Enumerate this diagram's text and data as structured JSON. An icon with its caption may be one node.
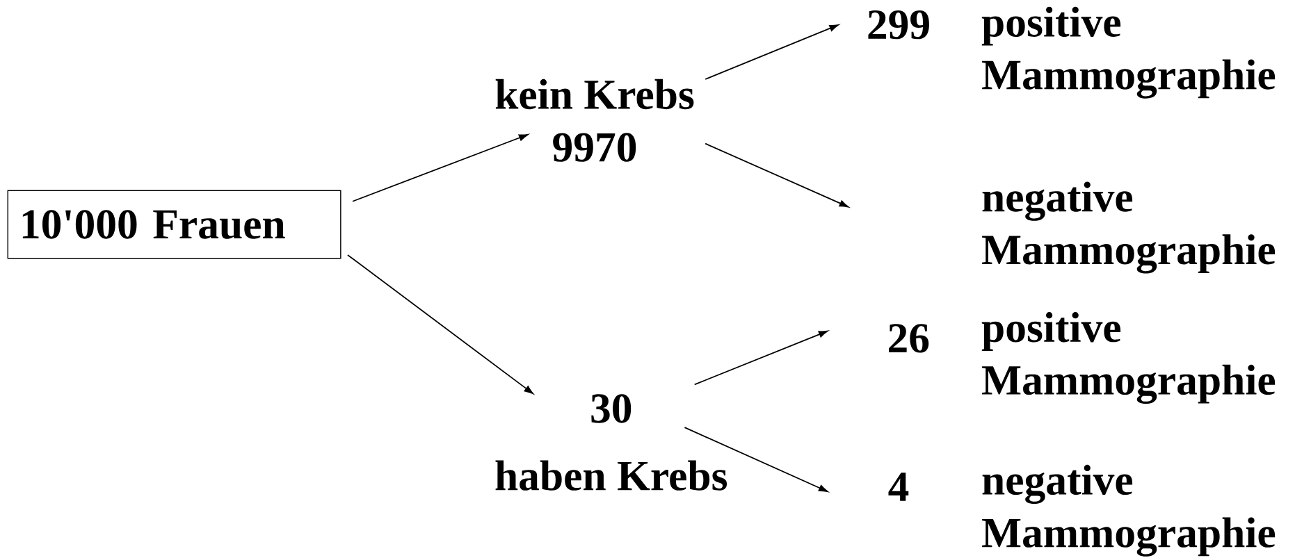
{
  "diagram": {
    "nodes": [
      {
        "text": [
          "10'000 Frauen"
        ]
      },
      {
        "text": [
          "kein Krebs",
          "9970"
        ]
      },
      {
        "text": [
          "30",
          "haben Krebs"
        ]
      },
      {
        "text": [
          "299"
        ],
        "beside": [
          "positive Mammographie"
        ]
      },
      {
        "text": [
          "26"
        ],
        "beside": [
          "positive Mammographie"
        ]
      },
      {
        "text": [
          "4"
        ],
        "beside": [
          "negative Mammographie"
        ]
      }
    ],
    "edges": [
      {
        "from": 0,
        "to": 1,
        "arrow": "to"
      },
      {
        "from": 0,
        "to": 2,
        "arrow": "to"
      },
      {
        "from": 1,
        "to": 3,
        "arrow": "to"
      },
      {
        "from": 1,
        "to": null,
        "arrow": "to"
      },
      {
        "from": 2,
        "to": 4,
        "arrow": "to"
      },
      {
        "from": 2,
        "to": 5,
        "arrow": "to"
      }
    ],
    "labels": [
      "negative Mammographie"
    ]
  }
}
